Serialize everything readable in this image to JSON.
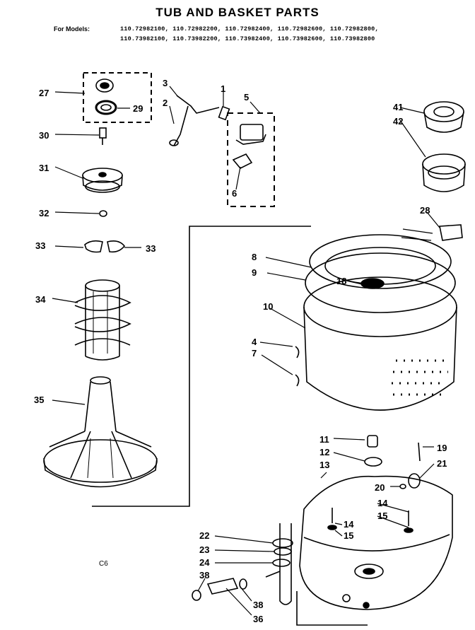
{
  "header": {
    "title": "TUB AND BASKET PARTS",
    "models_label": "For Models:",
    "models_line1": "110.72982100, 110.72982200, 110.72982400, 110.72982600, 110.72982800,",
    "models_line2": "110.73982100, 110.73982200, 110.73982400, 110.73982600, 110.73982800"
  },
  "callouts": [
    "1",
    "2",
    "3",
    "4",
    "5",
    "6",
    "7",
    "8",
    "9",
    "10",
    "11",
    "12",
    "13",
    "14",
    "15",
    "18",
    "19",
    "20",
    "21",
    "22",
    "23",
    "24",
    "27",
    "28",
    "29",
    "30",
    "31",
    "32",
    "33",
    "34",
    "35",
    "36",
    "38",
    "41",
    "42"
  ],
  "footer_code": "C6"
}
